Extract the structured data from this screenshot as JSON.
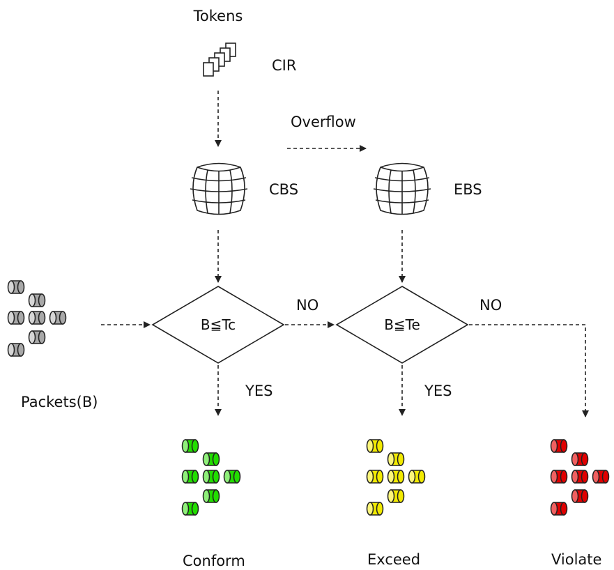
{
  "labels": {
    "tokens": "Tokens",
    "cir": "CIR",
    "overflow": "Overflow",
    "cbs": "CBS",
    "ebs": "EBS",
    "packets": "Packets(B)",
    "no1": "NO",
    "no2": "NO",
    "yes1": "YES",
    "yes2": "YES",
    "conform": "Conform",
    "exceed": "Exceed",
    "violate": "Violate"
  },
  "conditions": {
    "c1": "B≦Tc",
    "c2": "B≦Te"
  },
  "colors": {
    "packets": "#a8a8a8",
    "packets_cap": "#d6d6d6",
    "conform": "#22dd00",
    "conform_cap": "#8ff07a",
    "exceed": "#f2ea00",
    "exceed_cap": "#fbf57a",
    "violate": "#e00000",
    "violate_cap": "#f06060"
  }
}
